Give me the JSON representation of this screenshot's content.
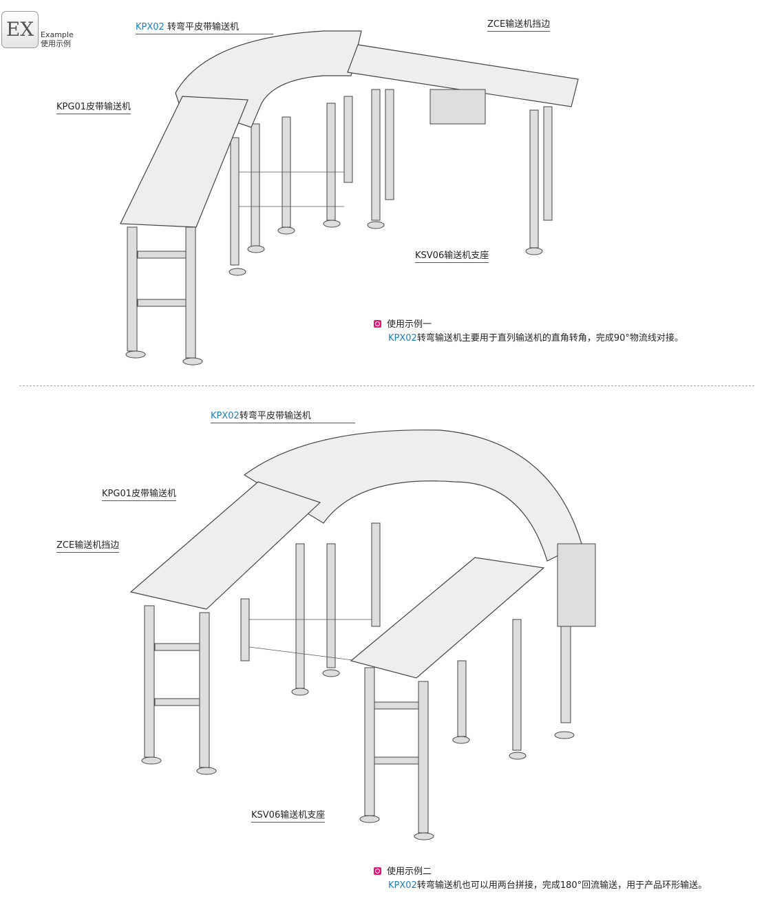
{
  "badge": {
    "mark": "EX",
    "title_en": "Example",
    "title_cn": "使用示例"
  },
  "example1": {
    "labels": {
      "kpx_code": "KPX02",
      "kpx_name": " 转弯平皮带输送机",
      "zce": "ZCE输送机挡边",
      "kpg": "KPG01皮带输送机",
      "ksv": "KSV06输送机支座"
    },
    "note": {
      "title": "使用示例一",
      "code": "KPX02",
      "text": "转弯输送机主要用于直列输送机的直角转角，完成90°物流线对接。"
    }
  },
  "example2": {
    "labels": {
      "kpx_code": "KPX02",
      "kpx_name": "转弯平皮带输送机",
      "kpg": "KPG01皮带输送机",
      "zce": "ZCE输送机挡边",
      "ksv": "KSV06输送机支座"
    },
    "note": {
      "title": "使用示例二",
      "code": "KPX02",
      "text": "转弯输送机也可以用两台拼接，完成180°回流输送，用于产品环形输送。"
    }
  },
  "colors": {
    "accent_blue": "#1a7fc1",
    "bullet_pink": "#e0197a"
  }
}
